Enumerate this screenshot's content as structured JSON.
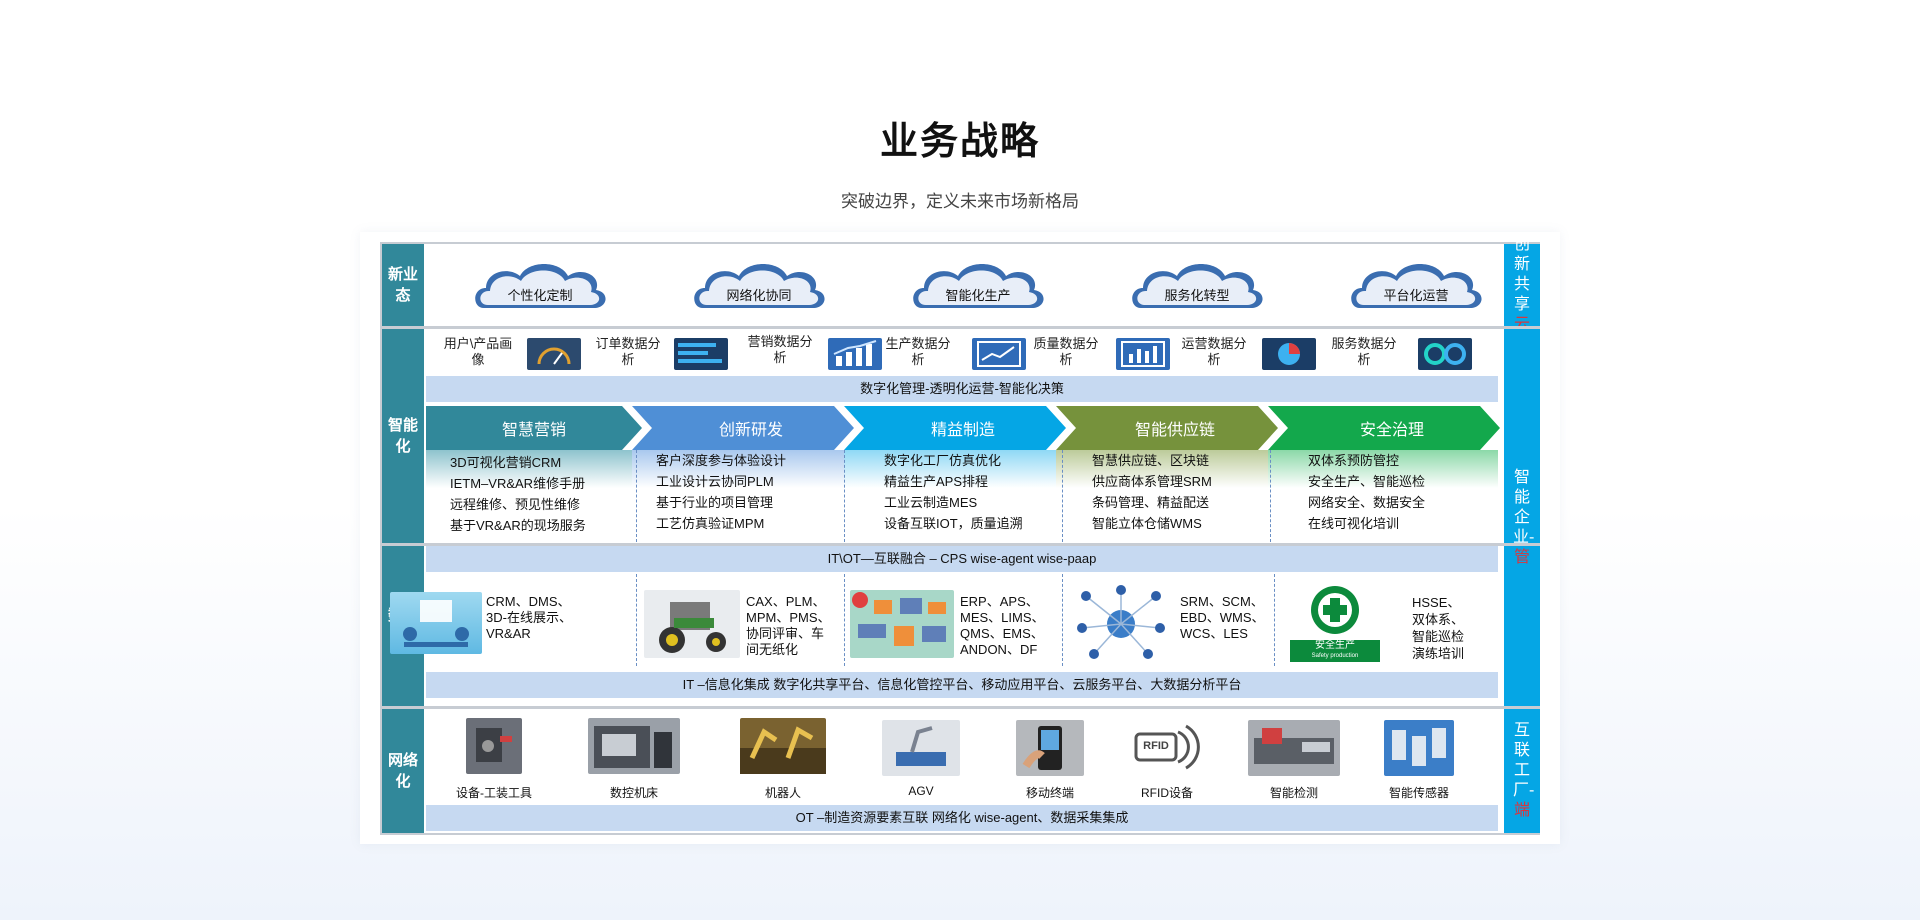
{
  "header": {
    "title": "业务战略",
    "subtitle": "突破边界，定义未来市场新格局"
  },
  "left_labels": {
    "row1": "新业态",
    "row2": "智能化",
    "row3": "数字化",
    "row4": "网络化"
  },
  "right_labels": {
    "cloud_black": "创新共享",
    "cloud_red": "云",
    "mgmt_black": "智能企业-",
    "mgmt_red": "管",
    "end_black": "互联工厂-",
    "end_red": "端"
  },
  "clouds": [
    "个性化定制",
    "网络化协同",
    "智能化生产",
    "服务化转型",
    "平台化运营"
  ],
  "data_analysis": [
    {
      "label": "用户\\产品画像",
      "icon": "gauge-icon"
    },
    {
      "label": "订单数据分析",
      "icon": "bar-list-icon"
    },
    {
      "label": "营销数据分析",
      "icon": "trend-chart-icon"
    },
    {
      "label": "生产数据分析",
      "icon": "line-chart-icon"
    },
    {
      "label": "质量数据分析",
      "icon": "column-chart-icon"
    },
    {
      "label": "运营数据分析",
      "icon": "pie-chart-icon"
    },
    {
      "label": "服务数据分析",
      "icon": "ring-chart-icon"
    }
  ],
  "bars": {
    "digital_mgmt": "数字化管理-透明化运营-智能化决策",
    "it_ot": "IT\\OT—互联融合 – CPS  wise-agent wise-paap",
    "it_info": "IT –信息化集成 数字化共享平台、信息化管控平台、移动应用平台、云服务平台、大数据分析平台",
    "ot": "OT –制造资源要素互联 网络化 wise-agent、数据采集集成"
  },
  "chevrons": [
    {
      "label": "智慧营销",
      "color": "#31889a",
      "items": [
        "3D可视化营销CRM",
        "IETM–VR&AR维修手册",
        "远程维修、预见性维修",
        "基于VR&AR的现场服务"
      ]
    },
    {
      "label": "创新研发",
      "color": "#4f8fd6",
      "items": [
        "客户深度参与体验设计",
        "工业设计云协同PLM",
        "基于行业的项目管理",
        "工艺仿真验证MPM"
      ]
    },
    {
      "label": "精益制造",
      "color": "#05a6e5",
      "items": [
        "数字化工厂仿真优化",
        "精益生产APS排程",
        "工业云制造MES",
        "设备互联IOT，质量追溯"
      ]
    },
    {
      "label": "智能供应链",
      "color": "#76923c",
      "items": [
        "智慧供应链、区块链",
        "供应商体系管理SRM",
        "条码管理、精益配送",
        "智能立体仓储WMS"
      ]
    },
    {
      "label": "安全治理",
      "color": "#13a84c",
      "items": [
        "双体系预防管控",
        "安全生产、智能巡检",
        "网络安全、数据安全",
        "在线可视化培训"
      ]
    }
  ],
  "digital_systems": [
    {
      "icon": "crm-screen-image",
      "lines": [
        "CRM、DMS、",
        "3D-在线展示、",
        "VR&AR"
      ]
    },
    {
      "icon": "tractor-image",
      "lines": [
        "CAX、PLM、",
        "MPM、PMS、",
        "协同评审、车",
        "间无纸化"
      ]
    },
    {
      "icon": "mes-factory-image",
      "lines": [
        "ERP、APS、",
        "MES、LIMS、",
        "QMS、EMS、",
        "ANDON、DF"
      ]
    },
    {
      "icon": "supply-network-image",
      "lines": [
        "SRM、SCM、",
        "EBD、WMS、",
        "WCS、LES"
      ]
    },
    {
      "icon": "safety-cross-logo",
      "badge": "安全生产",
      "badge_en": "Safety production",
      "lines": [
        "HSSE、",
        "双体系、",
        "智能巡检",
        "演练培训"
      ]
    }
  ],
  "network_devices": [
    {
      "label": "设备-工装工具",
      "icon": "tooling-image"
    },
    {
      "label": "数控机床",
      "icon": "cnc-machine-image"
    },
    {
      "label": "机器人",
      "icon": "robot-line-image"
    },
    {
      "label": "AGV",
      "icon": "agv-image"
    },
    {
      "label": "移动终端",
      "icon": "mobile-terminal-image"
    },
    {
      "label": "RFID设备",
      "icon": "rfid-icon",
      "icon_text": "RFID"
    },
    {
      "label": "智能检测",
      "icon": "inspection-image"
    },
    {
      "label": "智能传感器",
      "icon": "sensor-image"
    }
  ],
  "colors": {
    "label_bg": "#31889a",
    "right_bg": "#05a6e5",
    "bar_bg": "#c6d9f1",
    "red_text": "#d8363e"
  }
}
